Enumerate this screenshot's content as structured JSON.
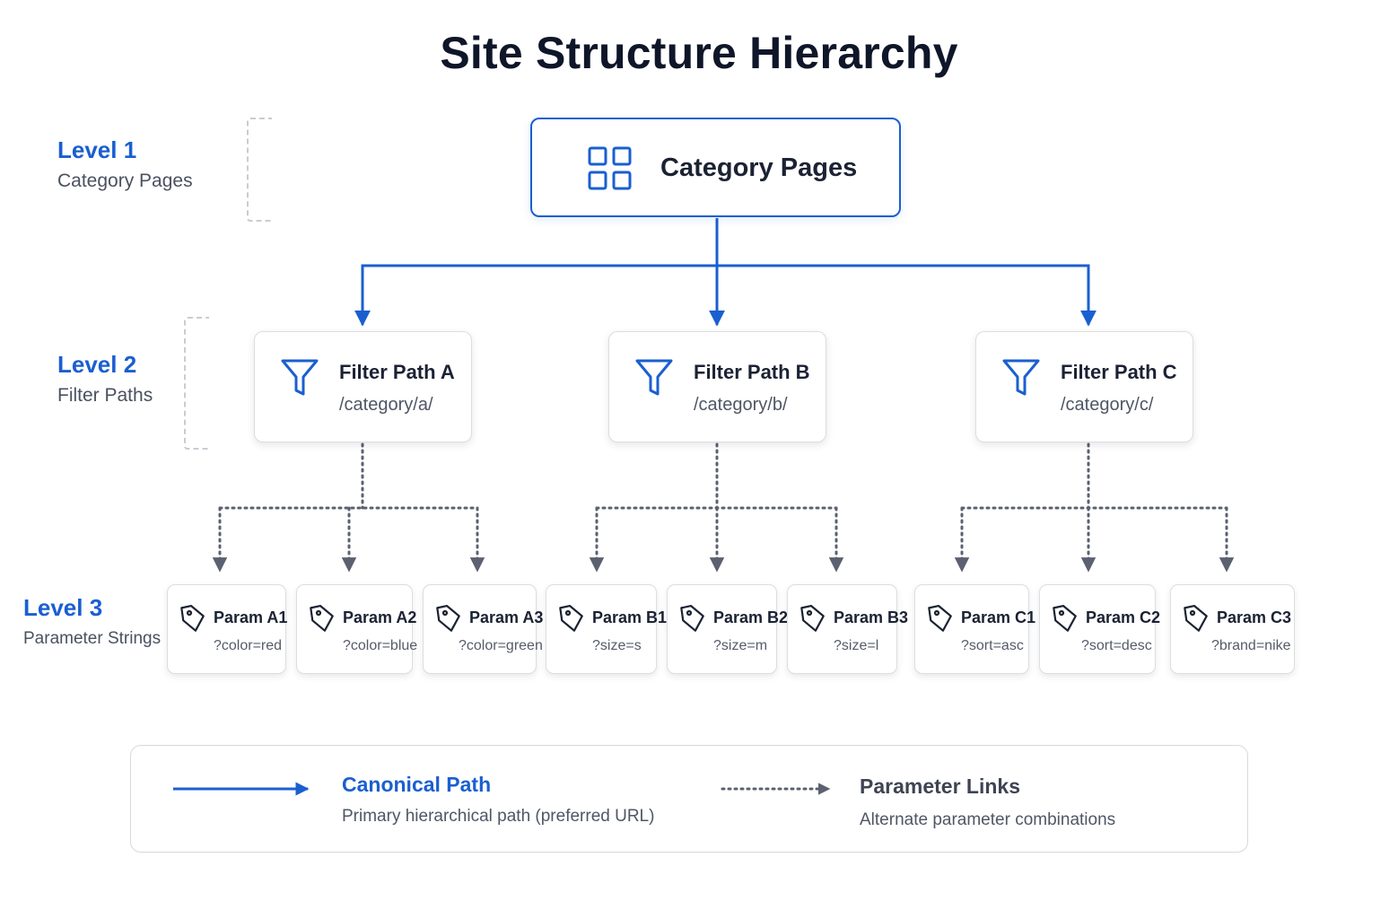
{
  "title": "Site Structure Hierarchy",
  "colors": {
    "accent": "#1a5fd0",
    "dotted": "#5b6170",
    "text": "#1b2233",
    "muted": "#4f5665"
  },
  "levels": [
    {
      "name": "Level 1",
      "description": "Category Pages"
    },
    {
      "name": "Level 2",
      "description": "Filter Paths"
    },
    {
      "name": "Level 3",
      "description": "Parameter Strings"
    }
  ],
  "root": {
    "label": "Category Pages",
    "icon": "grid-icon"
  },
  "filters": [
    {
      "label": "Filter Path A",
      "path": "/category/a/",
      "icon": "funnel-icon"
    },
    {
      "label": "Filter Path B",
      "path": "/category/b/",
      "icon": "funnel-icon"
    },
    {
      "label": "Filter Path C",
      "path": "/category/c/",
      "icon": "funnel-icon"
    }
  ],
  "params": [
    {
      "label": "Param A1",
      "query": "?color=red",
      "icon": "tag-icon"
    },
    {
      "label": "Param A2",
      "query": "?color=blue",
      "icon": "tag-icon"
    },
    {
      "label": "Param A3",
      "query": "?color=green",
      "icon": "tag-icon"
    },
    {
      "label": "Param B1",
      "query": "?size=s",
      "icon": "tag-icon"
    },
    {
      "label": "Param B2",
      "query": "?size=m",
      "icon": "tag-icon"
    },
    {
      "label": "Param B3",
      "query": "?size=l",
      "icon": "tag-icon"
    },
    {
      "label": "Param C1",
      "query": "?sort=asc",
      "icon": "tag-icon"
    },
    {
      "label": "Param C2",
      "query": "?sort=desc",
      "icon": "tag-icon"
    },
    {
      "label": "Param C3",
      "query": "?brand=nike",
      "icon": "tag-icon"
    }
  ],
  "legend": {
    "canonical": {
      "title": "Canonical Path",
      "description": "Primary hierarchical path (preferred URL)"
    },
    "parameter": {
      "title": "Parameter Links",
      "description": "Alternate parameter combinations"
    }
  }
}
